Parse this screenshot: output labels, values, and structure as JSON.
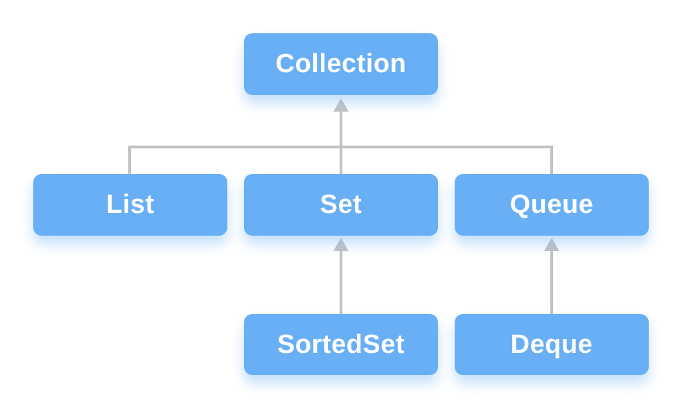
{
  "nodes": {
    "collection": {
      "label": "Collection"
    },
    "list": {
      "label": "List"
    },
    "set": {
      "label": "Set"
    },
    "queue": {
      "label": "Queue"
    },
    "sortedset": {
      "label": "SortedSet"
    },
    "deque": {
      "label": "Deque"
    }
  },
  "edges": [
    {
      "from": "List",
      "to": "Collection",
      "style": "elbow"
    },
    {
      "from": "Set",
      "to": "Collection",
      "style": "straight-arrow-up"
    },
    {
      "from": "Queue",
      "to": "Collection",
      "style": "elbow"
    },
    {
      "from": "SortedSet",
      "to": "Set",
      "style": "straight-arrow-up"
    },
    {
      "from": "Deque",
      "to": "Queue",
      "style": "straight-arrow-up"
    }
  ],
  "colors": {
    "node_fill": "#68AFF5",
    "node_text": "#FFFFFF",
    "connector": "#C2C2C2",
    "background": "#FFFFFF"
  }
}
